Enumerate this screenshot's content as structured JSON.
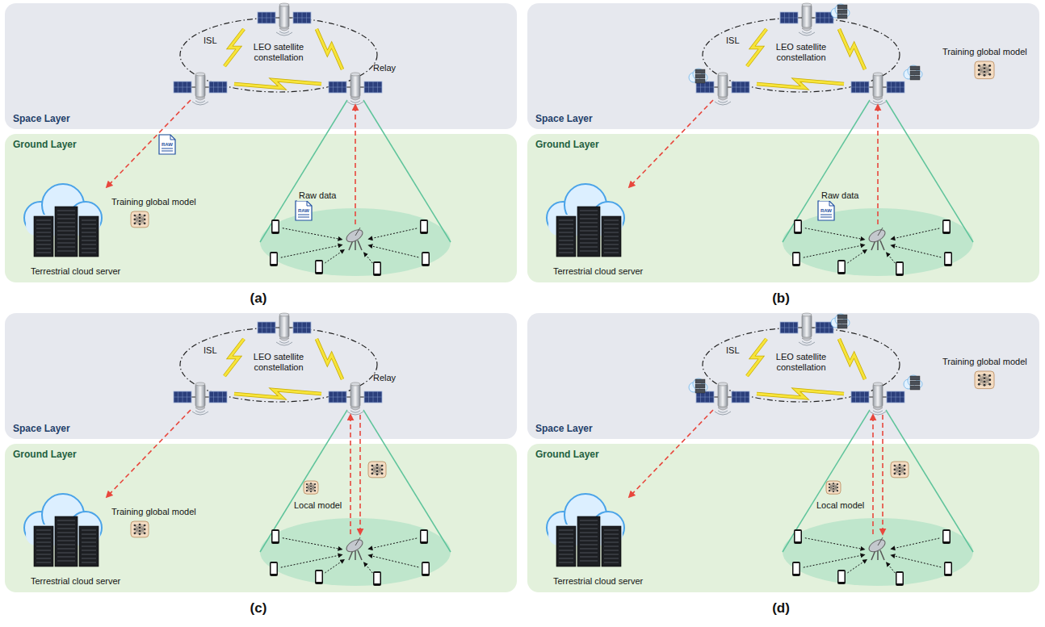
{
  "diagram": {
    "nodes": [
      {
        "text": [
          "Space Layer"
        ]
      },
      {
        "text": [
          "Ground Layer"
        ]
      },
      {
        "text": [
          "Space Layer"
        ]
      },
      {
        "text": [
          "Ground Layer"
        ]
      },
      {
        "text": [
          "Space Layer"
        ]
      },
      {
        "text": [
          "Ground Layer"
        ]
      },
      {
        "text": [
          "Space Layer"
        ]
      },
      {
        "text": [
          "Ground Layer"
        ]
      }
    ],
    "labels": [
      "ISL",
      "LEO satellite constellation",
      "Relay",
      "RAW",
      "Training global model",
      "RAW",
      "Raw data",
      "Terrestrial cloud server",
      "(a)",
      "ISL",
      "LEO satellite constellation",
      "Training global model",
      "RAW",
      "Raw data",
      "Terrestrial cloud server",
      "(b)",
      "ISL",
      "LEO satellite constellation",
      "Relay",
      "Training global model",
      "Local model",
      "Terrestrial cloud server",
      "(c)",
      "ISL",
      "LEO satellite constellation",
      "Training global model",
      "Local model",
      "Terrestrial cloud server",
      "(d)"
    ]
  }
}
